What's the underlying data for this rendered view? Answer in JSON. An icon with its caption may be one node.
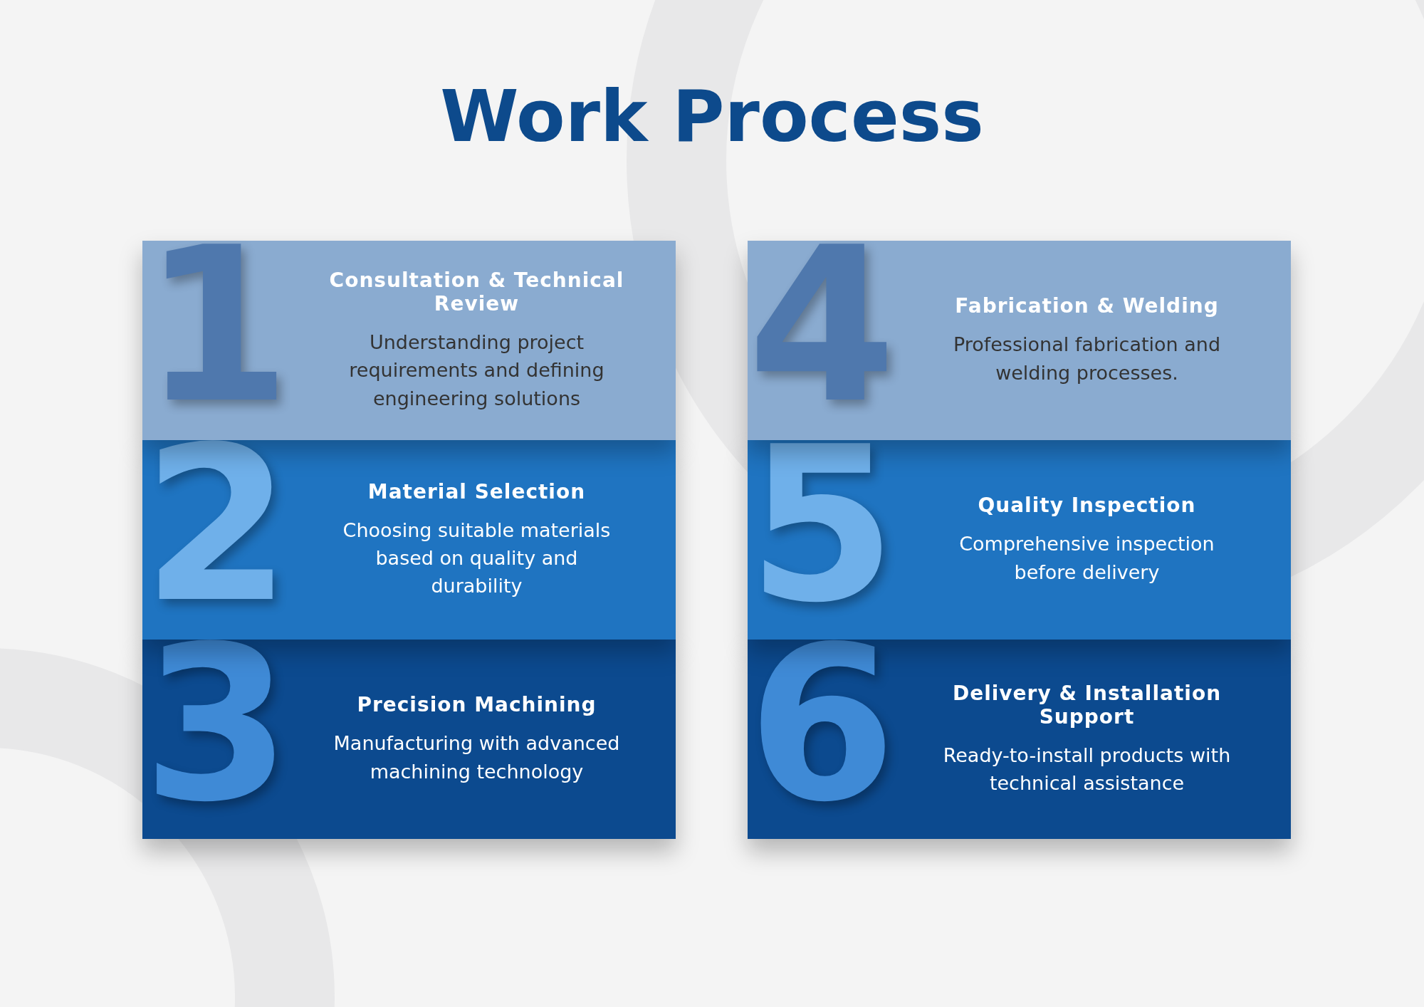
{
  "diagram": {
    "title": "Work Process",
    "nodes": [
      {
        "text": [
          "1",
          "Consultation & Technical Review",
          "Understanding project requirements and defining engineering solutions"
        ]
      },
      {
        "text": [
          "2",
          "Material Selection",
          "Choosing suitable materials based on quality and durability"
        ]
      },
      {
        "text": [
          "3",
          "Precision Machining",
          "Manufacturing with advanced machining technology"
        ]
      },
      {
        "text": [
          "4",
          "Fabrication & Welding",
          "Professional fabrication and welding processes."
        ]
      },
      {
        "text": [
          "5",
          "Quality Inspection",
          "Comprehensive inspection before delivery"
        ]
      },
      {
        "text": [
          "6",
          "Delivery & Installation Support",
          "Ready-to-install products with technical assistance"
        ]
      }
    ]
  }
}
